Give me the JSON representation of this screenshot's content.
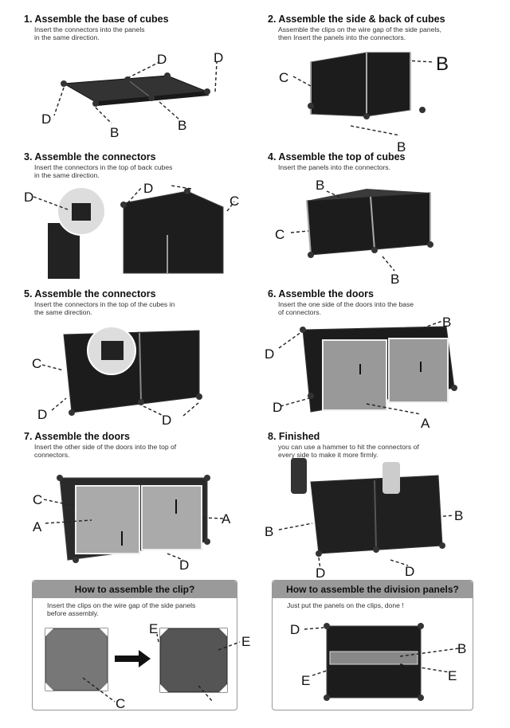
{
  "steps": [
    {
      "title": "1.  Assemble the base of cubes",
      "desc": "Insert the connectors into the panels\nin the same direction."
    },
    {
      "title": "2.  Assemble the side & back of cubes",
      "desc": "Assemble the clips on the wire gap of the side panels,\nthen Insert the panels into the connectors."
    },
    {
      "title": "3. Assemble the connectors",
      "desc": "Insert the connectors in the top of back cubes\nin the same direction."
    },
    {
      "title": "4. Assemble the top of cubes",
      "desc": "Insert the panels into the connectors."
    },
    {
      "title": "5. Assemble the connectors",
      "desc": "Insert the connectors in the top of the cubes in\nthe same direction."
    },
    {
      "title": "6. Assemble the doors",
      "desc": "Insert the one side of the doors into the base\nof connectors."
    },
    {
      "title": "7. Assemble the doors",
      "desc": "Insert the other side of the doors into the top of\nconnectors."
    },
    {
      "title": "8. Finished",
      "desc": "you can use a hammer to hit the connectors of\nevery side to make it more firmly."
    }
  ],
  "clip_box": {
    "title": "How to assemble the clip?",
    "desc": "Insert the clips on the wire gap of the side panels\nbefore assembly."
  },
  "division_box": {
    "title": "How to assemble the division panels?",
    "desc": "Just put the panels on the clips, done !"
  },
  "labels": {
    "A": "A",
    "B": "B",
    "C": "C",
    "D": "D",
    "E": "E",
    "I": "I"
  }
}
